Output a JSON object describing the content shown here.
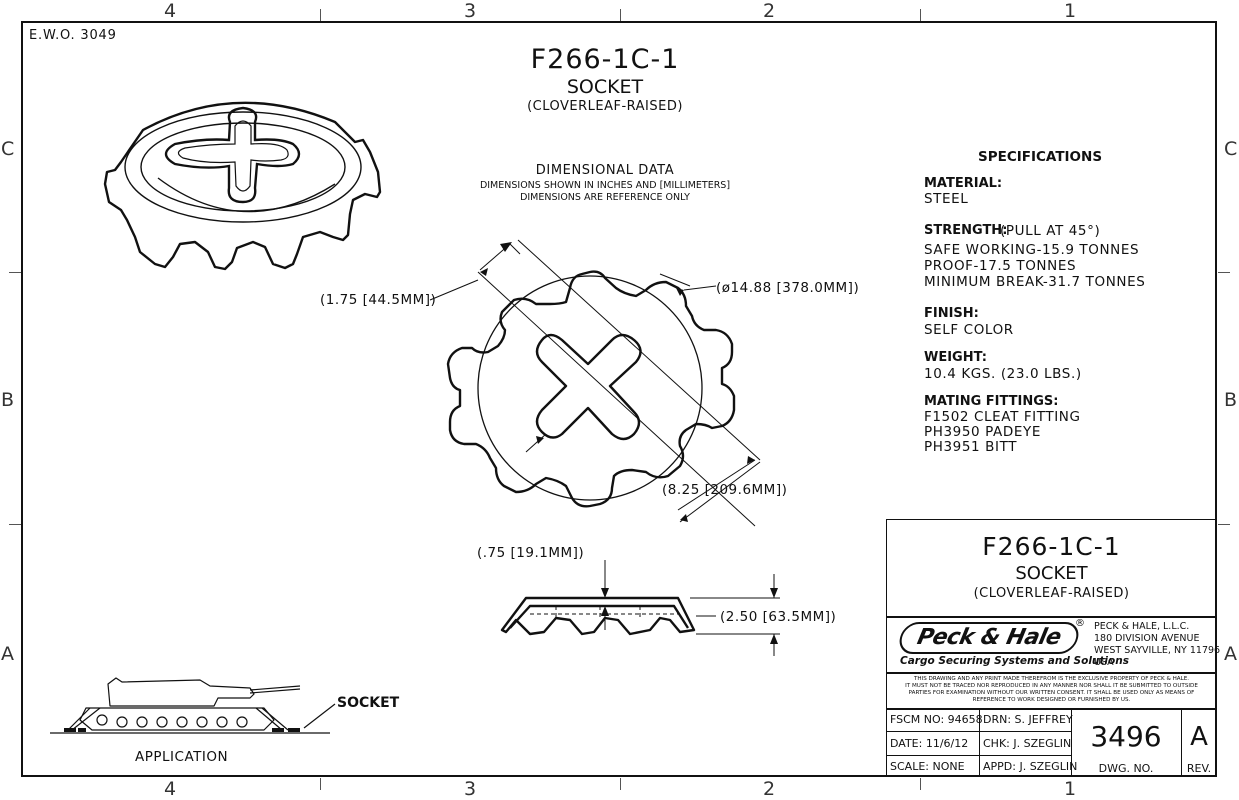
{
  "zones": {
    "top": [
      "4",
      "3",
      "2",
      "1"
    ],
    "bottom": [
      "4",
      "3",
      "2",
      "1"
    ],
    "left": [
      "C",
      "B",
      "A"
    ],
    "right": [
      "C",
      "B",
      "A"
    ]
  },
  "ewo": "E.W.O. 3049",
  "header": {
    "part_number": "F266-1C-1",
    "name": "SOCKET",
    "variant": "(CLOVERLEAF-RAISED)"
  },
  "dimensional_data": {
    "title": "DIMENSIONAL DATA",
    "line1": "DIMENSIONS SHOWN IN INCHES AND [MILLIMETERS]",
    "line2": "DIMENSIONS ARE REFERENCE ONLY"
  },
  "dimensions": {
    "slot_width": "(1.75 [44.5MM])",
    "diameter": "(ø14.88 [378.0MM])",
    "inner": "(8.25 [209.6MM])",
    "thickness": "(.75 [19.1MM])",
    "height": "(2.50 [63.5MM])"
  },
  "specifications": {
    "title": "SPECIFICATIONS",
    "material_label": "MATERIAL:",
    "material": "STEEL",
    "strength_label": "STRENGTH:",
    "strength_note": "(PULL AT 45°)",
    "strength_values": [
      "SAFE WORKING-15.9 TONNES",
      "PROOF-17.5 TONNES",
      "MINIMUM BREAK-31.7 TONNES"
    ],
    "finish_label": "FINISH:",
    "finish": "SELF COLOR",
    "weight_label": "WEIGHT:",
    "weight": "10.4 KGS. (23.0 LBS.)",
    "mating_label": "MATING FITTINGS:",
    "mating": [
      "F1502 CLEAT FITTING",
      "PH3950 PADEYE",
      "PH3951 BITT"
    ]
  },
  "application": {
    "label": "APPLICATION",
    "callout": "SOCKET"
  },
  "title_block": {
    "part_number": "F266-1C-1",
    "name": "SOCKET",
    "variant": "(CLOVERLEAF-RAISED)",
    "logo": "Peck & Hale",
    "registered": "®",
    "tagline": "Cargo Securing Systems and Solutions",
    "address": [
      "PECK & HALE, L.L.C.",
      "180 DIVISION AVENUE",
      "WEST SAYVILLE, NY 11796",
      "USA"
    ],
    "notice": [
      "THIS DRAWING AND ANY PRINT MADE THEREFROM IS THE EXCLUSIVE PROPERTY OF PECK & HALE.",
      "IT MUST NOT BE TRACED NOR REPRODUCED IN ANY MANNER NOR SHALL IT BE SUBMITTED TO OUTSIDE",
      "PARTIES FOR EXAMINATION WITHOUT OUR WRITTEN CONSENT. IT SHALL BE USED ONLY AS MEANS OF",
      "REFERENCE TO WORK DESIGNED OR FURNISHED BY US."
    ],
    "fscm": "FSCM NO: 94658",
    "drn": "DRN: S. JEFFREY",
    "date": "DATE: 11/6/12",
    "chk": "CHK: J. SZEGLIN",
    "scale": "SCALE: NONE",
    "appd": "APPD: J. SZEGLIN",
    "dwg_no": "3496",
    "dwg_label": "DWG. NO.",
    "rev": "A",
    "rev_label": "REV."
  }
}
